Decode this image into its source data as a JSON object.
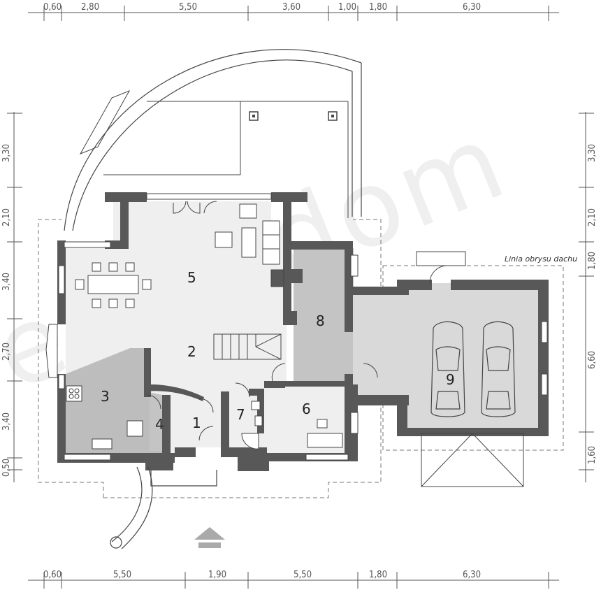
{
  "watermark": "extradom",
  "roof_outline_label": "Linia obrysu dachu",
  "dimensions": {
    "top": [
      "0,60",
      "2,80",
      "5,50",
      "3,60",
      "1,00",
      "1,80",
      "6,30"
    ],
    "bottom": [
      "0,60",
      "5,50",
      "1,90",
      "5,50",
      "1,80",
      "6,30"
    ],
    "left": [
      "3,30",
      "2,10",
      "3,40",
      "2,70",
      "3,40",
      "0,50"
    ],
    "right": [
      "3,30",
      "2,10",
      "1,80",
      "6,60",
      "1,60"
    ]
  },
  "rooms": [
    "1",
    "2",
    "3",
    "4",
    "5",
    "6",
    "7",
    "8",
    "9"
  ],
  "colors": {
    "wall": "#585858",
    "living_floor": "#efefef",
    "kitchen_floor": "#bdbdbd",
    "boiler_floor": "#c4c4c4",
    "garage_floor": "#d9d9d9",
    "line": "#444444"
  }
}
